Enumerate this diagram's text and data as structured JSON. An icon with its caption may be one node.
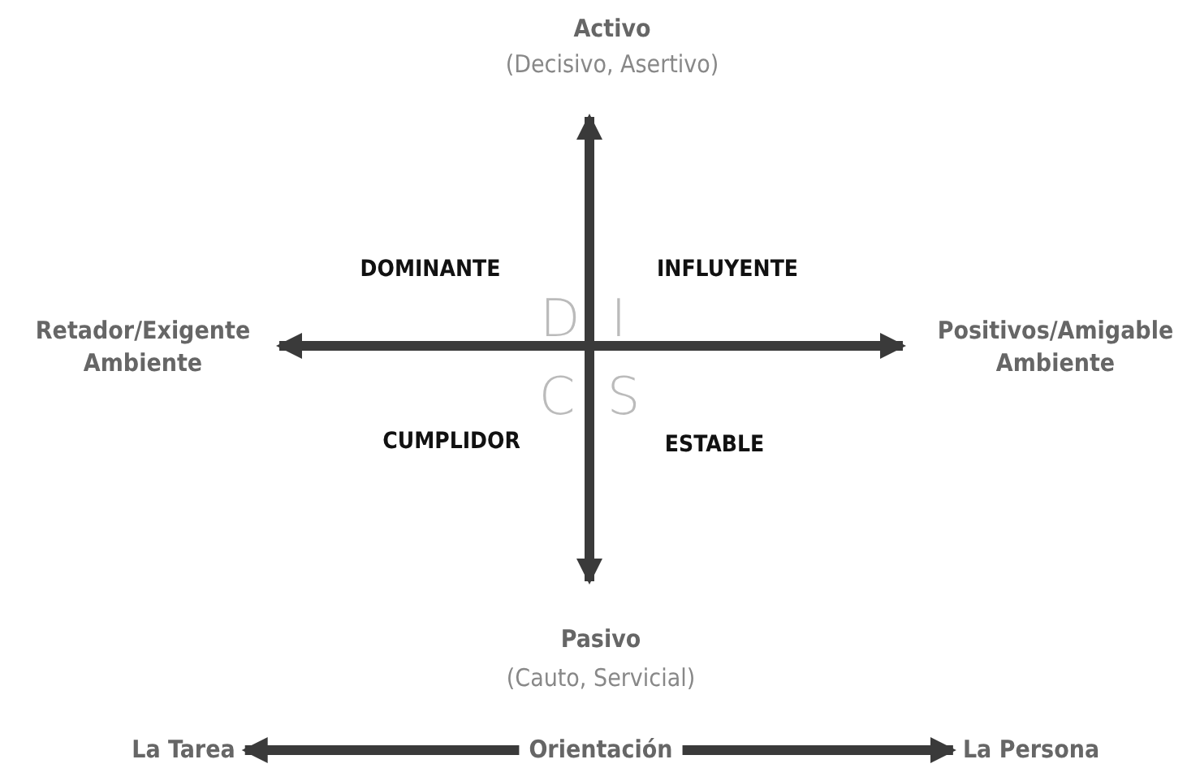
{
  "diagram": {
    "nodes": [
      {
        "text": [
          "Orientación"
        ]
      },
      {
        "text": [
          "La Tarea"
        ]
      },
      {
        "text": [
          "La Persona"
        ]
      }
    ],
    "edges": [
      {
        "from": 0,
        "to": 1,
        "arrow": "to"
      },
      {
        "from": 0,
        "to": 2,
        "arrow": "to"
      }
    ],
    "labels": [
      "Activo",
      "(Decisivo, Asertivo)",
      "DOMINANTE",
      "INFLUYENTE",
      "Retador/Exigente Ambiente",
      "D",
      "I",
      "Positivos/Amigable Ambiente",
      "C",
      "S",
      "CUMPLIDOR",
      "ESTABLE",
      "Pasivo",
      "(Cauto, Servicial)"
    ]
  }
}
